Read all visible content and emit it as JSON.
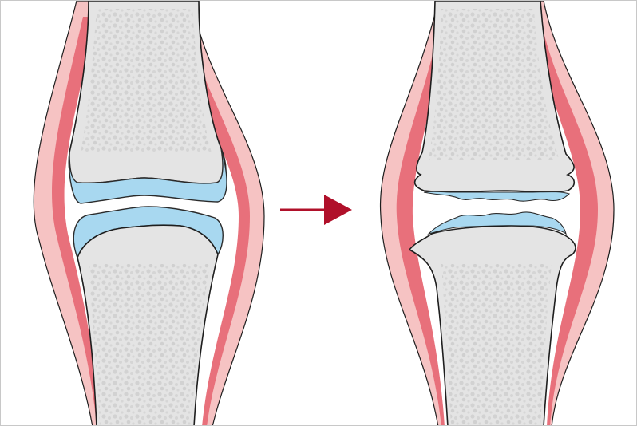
{
  "diagram": {
    "panels": [
      {
        "name": "healthy-joint"
      },
      {
        "name": "osteoarthritic-joint"
      }
    ],
    "arrow": {
      "direction": "right"
    },
    "colors": {
      "bone_fill": "#e4e4e4",
      "bone_texture": "#cfcfcf",
      "outline": "#1e1e1e",
      "cartilage_fill": "#a8d8f0",
      "cartilage_stroke": "#2b2b2b",
      "capsule_outer": "#f6c3c3",
      "capsule_inner": "#e8707b",
      "arrow": "#b0102a",
      "frame_border": "#c8c8c8"
    }
  }
}
